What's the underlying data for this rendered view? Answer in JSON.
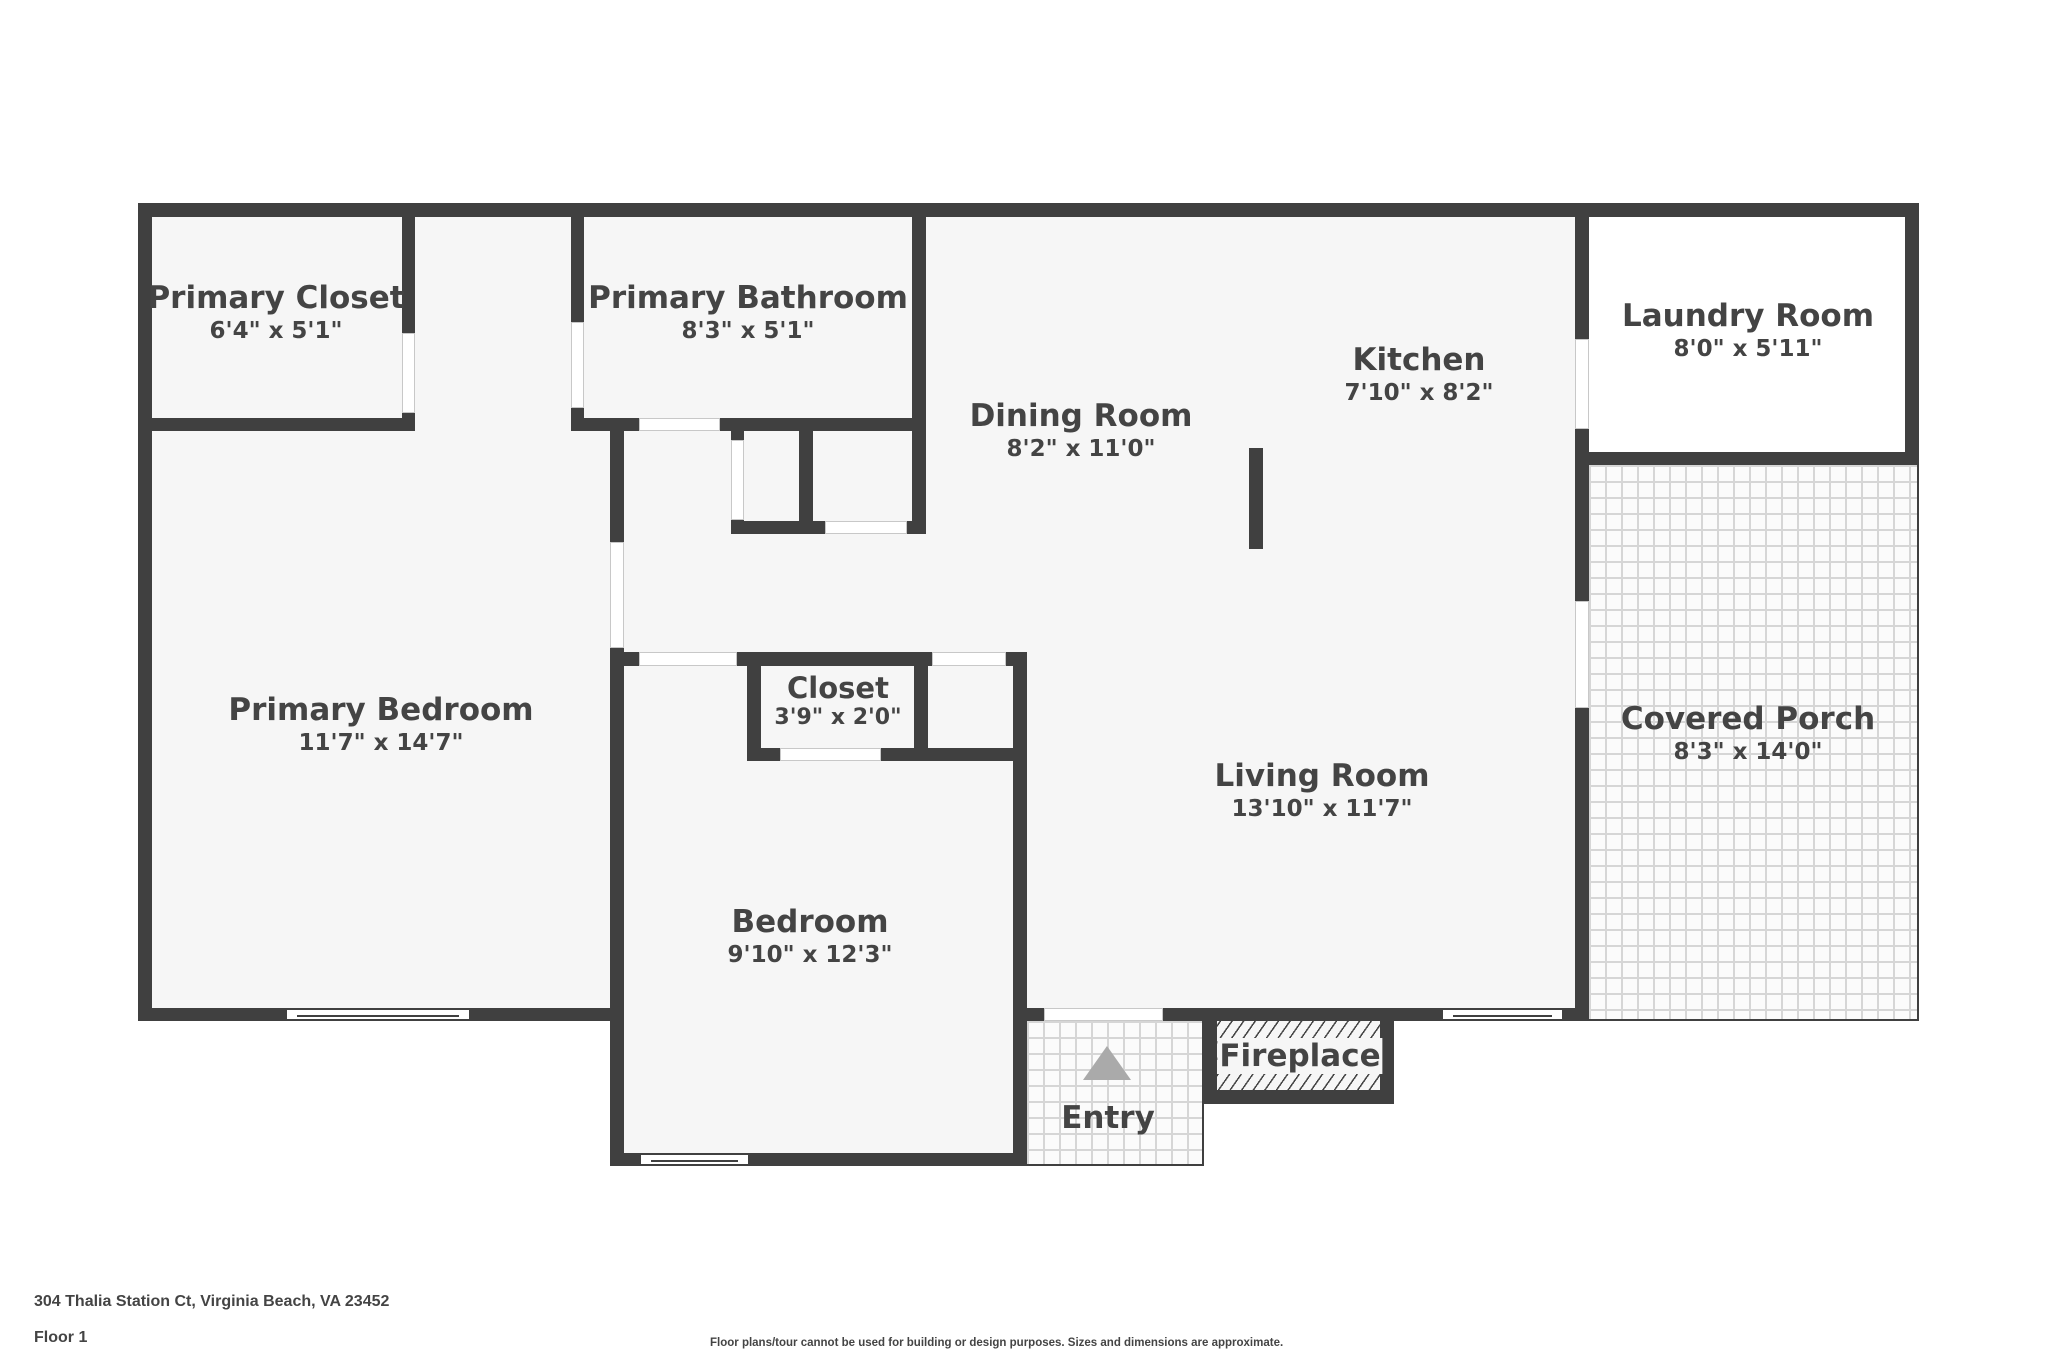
{
  "floorplan": {
    "rooms": [
      {
        "name": "Primary Closet",
        "dims": "6'4\" x 5'1\""
      },
      {
        "name": "Primary Bathroom",
        "dims": "8'3\" x 5'1\""
      },
      {
        "name": "Dining Room",
        "dims": "8'2\" x 11'0\""
      },
      {
        "name": "Kitchen",
        "dims": "7'10\" x 8'2\""
      },
      {
        "name": "Laundry Room",
        "dims": "8'0\" x 5'11\""
      },
      {
        "name": "Primary Bedroom",
        "dims": "11'7\" x 14'7\""
      },
      {
        "name": "Closet",
        "dims": "3'9\" x 2'0\""
      },
      {
        "name": "Covered Porch",
        "dims": "8'3\" x 14'0\""
      },
      {
        "name": "Living Room",
        "dims": "13'10\" x 11'7\""
      },
      {
        "name": "Bedroom",
        "dims": "9'10\" x 12'3\""
      },
      {
        "name": "Fireplace"
      },
      {
        "name": "Entry"
      }
    ],
    "colors": {
      "wall": "#404040",
      "floor": "#f6f6f6",
      "text": "#444444",
      "entry_arrow": "#aaaaaa"
    }
  },
  "footer": {
    "address": "304 Thalia Station Ct, Virginia Beach, VA 23452",
    "floor": "Floor 1",
    "disclaimer": "Floor plans/tour cannot be used for building or design purposes. Sizes and dimensions are approximate."
  }
}
